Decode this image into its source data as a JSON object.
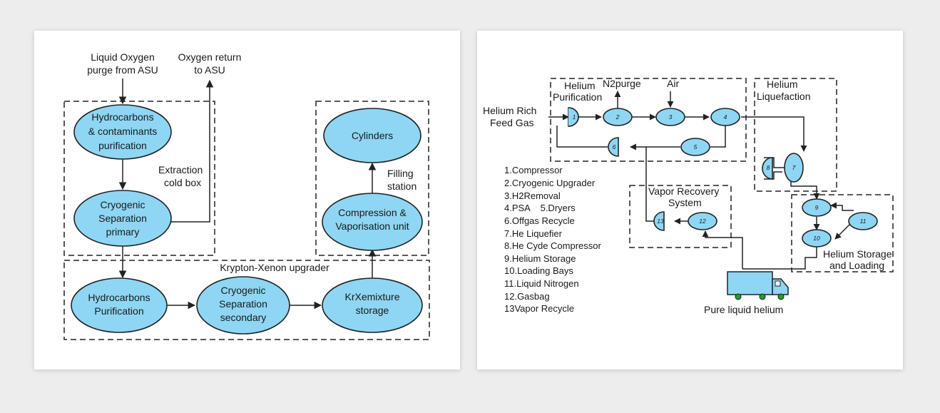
{
  "left_diagram": {
    "inputs": {
      "liquid_oxygen": [
        "Liquid Oxygen",
        "purge from ASU"
      ],
      "oxygen_return": [
        "Oxygen return",
        "to ASU"
      ]
    },
    "box_labels": {
      "extraction": [
        "Extraction",
        "cold box"
      ],
      "filling": [
        "Filling",
        "station"
      ],
      "upgrader": "Krypton-Xenon upgrader"
    },
    "nodes": {
      "hc_purification": [
        "Hydrocarbons",
        "& contaminants",
        "purification"
      ],
      "cryo_primary": [
        "Cryogenic",
        "Separation",
        "primary"
      ],
      "cylinders": [
        "Cylinders"
      ],
      "compression": [
        "Compression &",
        "Vaporisation unit"
      ],
      "hydrocarbons_purification": [
        "Hydrocarbons",
        "Purification"
      ],
      "cryo_secondary": [
        "Cryogenic",
        "Separation",
        "secondary"
      ],
      "krxe_storage": [
        "KrXemixture",
        "storage"
      ]
    }
  },
  "right_diagram": {
    "feed": [
      "Helium Rich",
      "Feed Gas"
    ],
    "box_labels": {
      "purification": [
        "Helium",
        "Purification"
      ],
      "liquefaction": [
        "Helium",
        "Liquefaction"
      ],
      "vapor_recovery": [
        "Vapor Recovery",
        "System"
      ],
      "storage_loading": [
        "Helium Storage",
        "and Loading"
      ]
    },
    "stream_labels": {
      "n2purge": "N2purge",
      "air": "Air"
    },
    "unit_numbers": [
      "1",
      "2",
      "3",
      "4",
      "5",
      "6",
      "7",
      "8",
      "9",
      "10",
      "11",
      "12",
      "13"
    ],
    "legend": [
      "1.Compressor",
      "2.Cryogenic Upgrader",
      "3.H2Removal",
      "4.PSA    5.Dryers",
      "6.Offgas Recycle",
      "7.He Liquefier",
      "8.He Cyde Compressor",
      "9.Helium Storage",
      "10.Loading Bays",
      "11.Liquid Nitrogen",
      "12.Gasbag",
      "13Vapor Recycle"
    ],
    "output": "Pure liquid helium"
  }
}
